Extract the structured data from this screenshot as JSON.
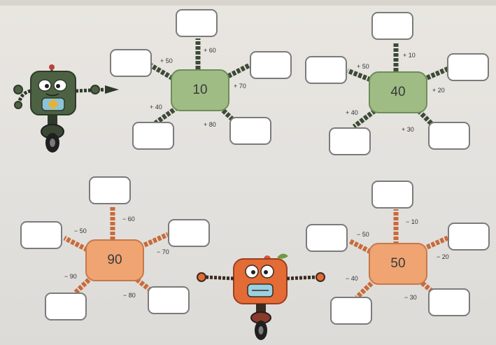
{
  "stars": [
    {
      "id": "star-10",
      "theme": "green",
      "hub_value": "10",
      "ops": [
        "+ 60",
        "+ 50",
        "+ 70",
        "+ 40",
        "+ 80"
      ]
    },
    {
      "id": "star-40",
      "theme": "green",
      "hub_value": "40",
      "ops": [
        "+ 10",
        "+ 50",
        "+ 20",
        "+ 40",
        "+ 30"
      ]
    },
    {
      "id": "star-90",
      "theme": "orange",
      "hub_value": "90",
      "ops": [
        "− 60",
        "− 50",
        "− 70",
        "− 90",
        "− 80"
      ]
    },
    {
      "id": "star-50",
      "theme": "orange",
      "hub_value": "50",
      "ops": [
        "− 10",
        "− 50",
        "− 20",
        "− 40",
        "− 30"
      ]
    }
  ],
  "colors": {
    "green_hub": "#9ebc84",
    "orange_hub": "#efa472",
    "green_arm": "#3c4a36",
    "orange_arm": "#c96a3a",
    "answer_box_border": "#7b7b7b"
  },
  "robots": [
    {
      "name": "green-robot-icon"
    },
    {
      "name": "orange-robot-icon"
    }
  ]
}
